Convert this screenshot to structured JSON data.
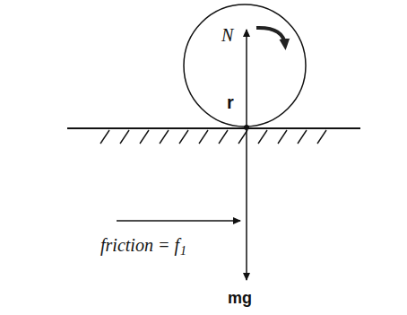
{
  "diagram": {
    "labels": [
      "N",
      "r",
      "friction = f",
      "1",
      "mg"
    ]
  }
}
